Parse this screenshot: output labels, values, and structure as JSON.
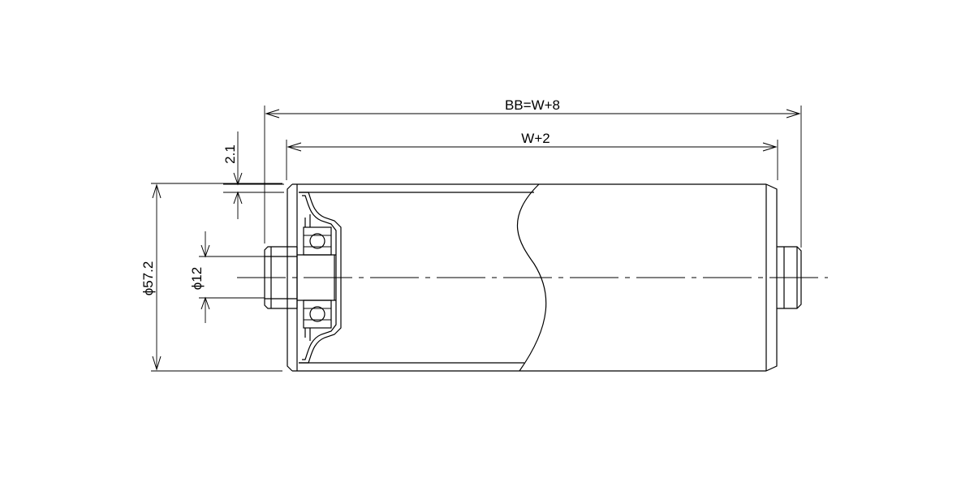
{
  "dimensions": {
    "overall_length": "BB=W+8",
    "tube_length": "W+2",
    "wall_thickness": "2.1",
    "tube_diameter": "ϕ57.2",
    "shaft_diameter": "ϕ12"
  }
}
